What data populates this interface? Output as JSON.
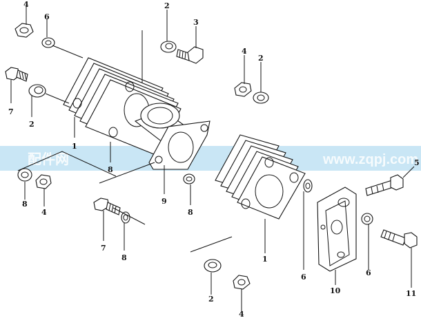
{
  "diagram": {
    "watermark": {
      "left": "配件网",
      "right": "www.zqpj.com",
      "band_color": "#c9e6f5"
    },
    "callouts": [
      {
        "id": "c4a",
        "text": "4"
      },
      {
        "id": "c6a",
        "text": "6"
      },
      {
        "id": "c2a",
        "text": "2"
      },
      {
        "id": "c3a",
        "text": "3"
      },
      {
        "id": "c4b",
        "text": "4"
      },
      {
        "id": "c2b",
        "text": "2"
      },
      {
        "id": "c7a",
        "text": "7"
      },
      {
        "id": "c2c",
        "text": "2"
      },
      {
        "id": "c1a",
        "text": "1"
      },
      {
        "id": "c8a",
        "text": "8"
      },
      {
        "id": "c8b",
        "text": "8"
      },
      {
        "id": "c4c",
        "text": "4"
      },
      {
        "id": "c9a",
        "text": "9"
      },
      {
        "id": "c8c",
        "text": "8"
      },
      {
        "id": "c7b",
        "text": "7"
      },
      {
        "id": "c8d",
        "text": "8"
      },
      {
        "id": "c5a",
        "text": "5"
      },
      {
        "id": "c1b",
        "text": "1"
      },
      {
        "id": "c6b",
        "text": "6"
      },
      {
        "id": "c6c",
        "text": "6"
      },
      {
        "id": "c10a",
        "text": "10"
      },
      {
        "id": "c11a",
        "text": "11"
      },
      {
        "id": "c2d",
        "text": "2"
      },
      {
        "id": "c4d",
        "text": "4"
      }
    ]
  }
}
